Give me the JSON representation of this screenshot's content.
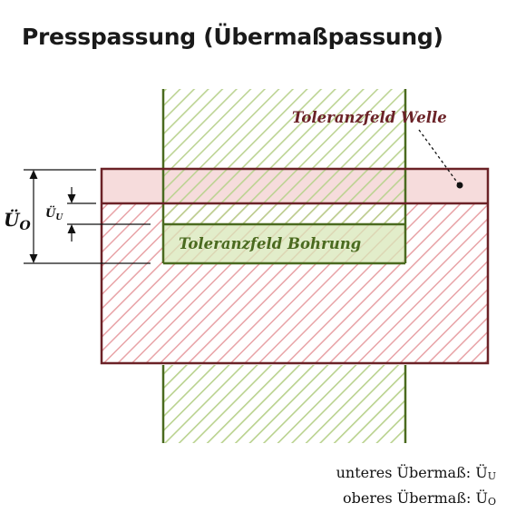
{
  "title": "Presspassung (Übermaßpassung)",
  "labels": {
    "tolerance_shaft": "Toleranzfeld Welle",
    "tolerance_bore": "Toleranzfeld Bohrung",
    "upper_interference_symbol": "Ü",
    "upper_interference_sub": "O",
    "lower_interference_symbol": "Ü",
    "lower_interference_sub": "U"
  },
  "legend": {
    "lower": {
      "text": "unteres Übermaß: ",
      "symbol": "Ü",
      "sub": "U"
    },
    "upper": {
      "text": "oberes Übermaß: ",
      "symbol": "Ü",
      "sub": "O"
    }
  },
  "colors": {
    "shaft_outline": "#6b2227",
    "shaft_fill": "#f6dcdc",
    "shaft_hatch": "#e8a3a7",
    "bore_outline": "#4a6a1f",
    "bore_fill": "#d8e7b8",
    "bore_hatch": "#b7d08a",
    "text": "#111111"
  }
}
